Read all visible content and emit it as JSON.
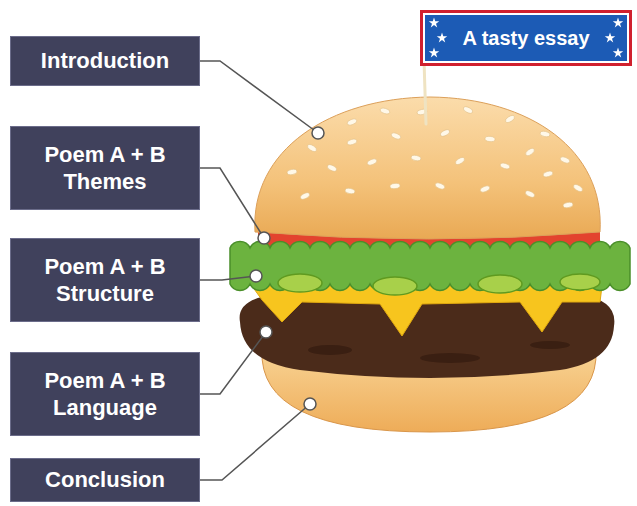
{
  "diagram": {
    "nodes": [
      {
        "text": [
          "A tasty essay"
        ]
      },
      {
        "text": [
          "Introduction"
        ]
      },
      {
        "text": [
          "Poem A + B Themes"
        ]
      },
      {
        "text": [
          "Poem A + B Structure"
        ]
      },
      {
        "text": [
          "Poem A + B Language"
        ]
      },
      {
        "text": [
          "Conclusion"
        ]
      }
    ]
  }
}
